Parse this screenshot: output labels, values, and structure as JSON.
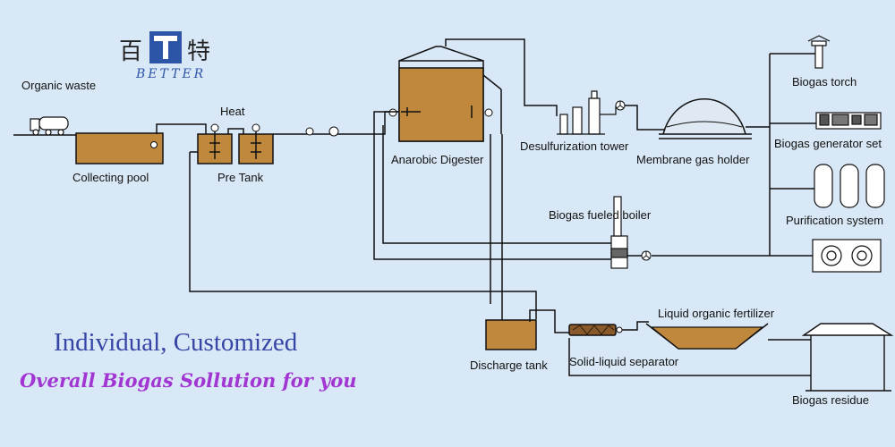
{
  "logo": {
    "cn_left": "百",
    "cn_right": "特",
    "en": "BETTER",
    "brand_color": "#2c55a8"
  },
  "labels": {
    "organic_waste": "Organic waste",
    "collecting_pool": "Collecting pool",
    "heat": "Heat",
    "pre_tank": "Pre Tank",
    "digester": "Anarobic Digester",
    "desulfurization": "Desulfurization tower",
    "membrane": "Membrane gas holder",
    "biogas_torch": "Biogas torch",
    "generator": "Biogas generator set",
    "purification": "Purification system",
    "boiler": "Biogas fueled boiler",
    "liquid_fertilizer": "Liquid organic fertilizer",
    "discharge_tank": "Discharge tank",
    "separator": "Solid-liquid separator",
    "residue": "Biogas residue"
  },
  "slogan": {
    "line1": "Individual, Customized",
    "line2": "Overall Biogas Sollution for you"
  },
  "colors": {
    "background": "#d9e8f6",
    "tank_fill": "#c0883c",
    "line": "#111111",
    "slogan1": "#3645a6",
    "slogan2": "#a236d3"
  }
}
